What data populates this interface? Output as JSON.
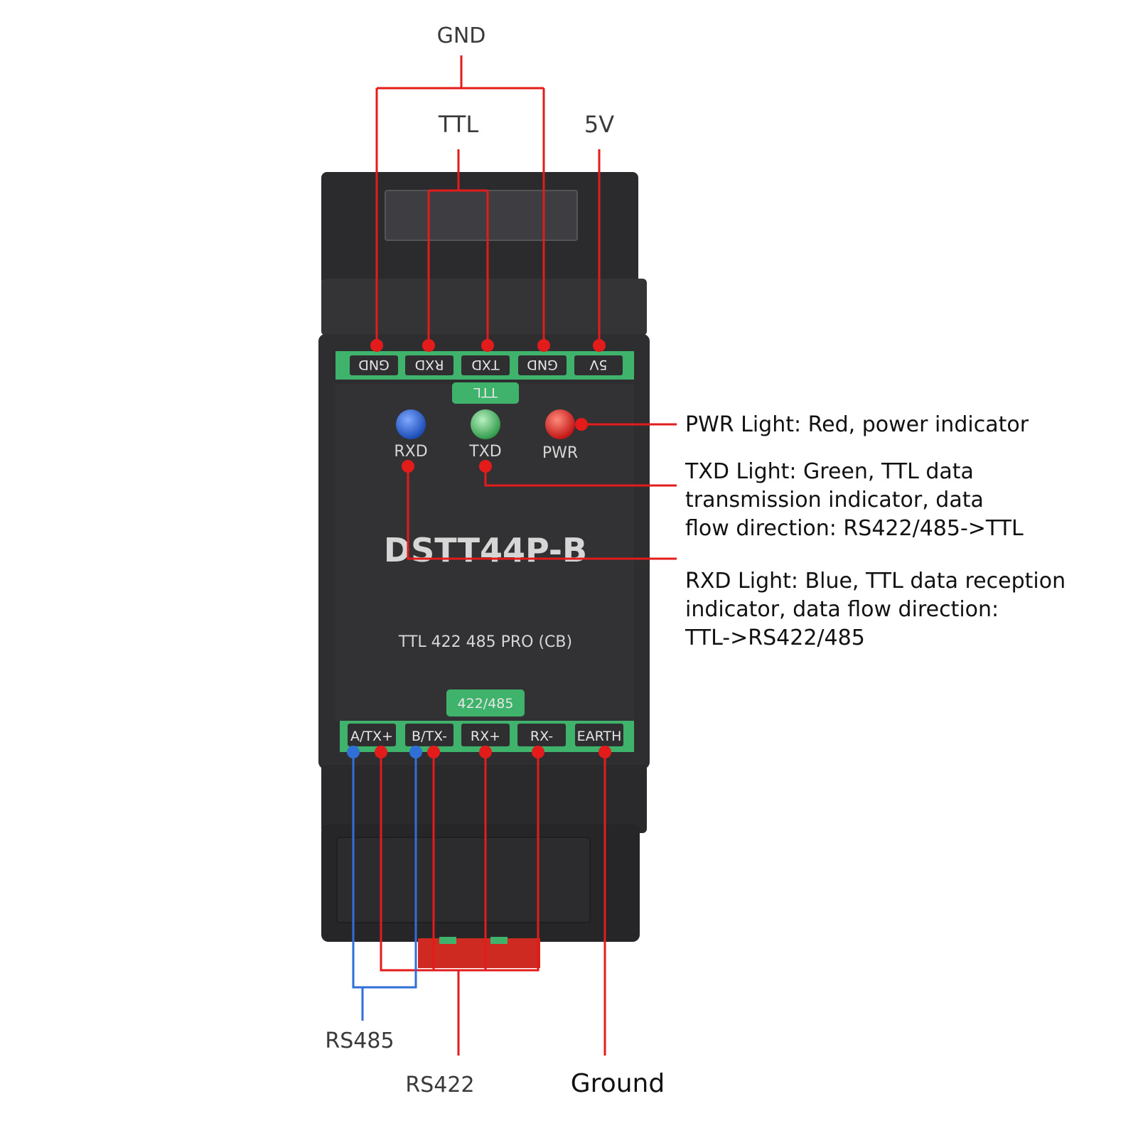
{
  "top_labels": {
    "gnd": "GND",
    "ttl": "TTL",
    "v5": "5V"
  },
  "ttl_terminals": [
    "GND",
    "RXD",
    "TXD",
    "GND",
    "5V"
  ],
  "ttl_tab": "TTL",
  "leds": {
    "rxd": "RXD",
    "txd": "TXD",
    "pwr": "PWR"
  },
  "device": {
    "model": "DSTT44P-B",
    "subtitle": "TTL 422 485 PRO (CB)",
    "bus_tab": "422/485"
  },
  "bus_terminals": [
    "A/TX+",
    "B/TX-",
    "RX+",
    "RX-",
    "EARTH"
  ],
  "annotations": {
    "pwr": "PWR Light: Red, power indicator",
    "txd": [
      "TXD Light: Green, TTL data",
      "transmission indicator, data",
      "flow direction: RS422/485->TTL"
    ],
    "rxd": [
      "RXD Light: Blue, TTL data reception",
      "indicator, data flow direction:",
      "TTL->RS422/485"
    ]
  },
  "bottom_labels": {
    "rs485": "RS485",
    "rs422": "RS422",
    "ground": "Ground"
  },
  "colors": {
    "wire_red": "#e31b1b",
    "wire_blue": "#2f6fd6",
    "terminal_green": "#3fb36b",
    "body": "#2b2b2e",
    "led_blue": "#1f5fd0",
    "led_green": "#3fbf5f",
    "led_red": "#e02020"
  }
}
